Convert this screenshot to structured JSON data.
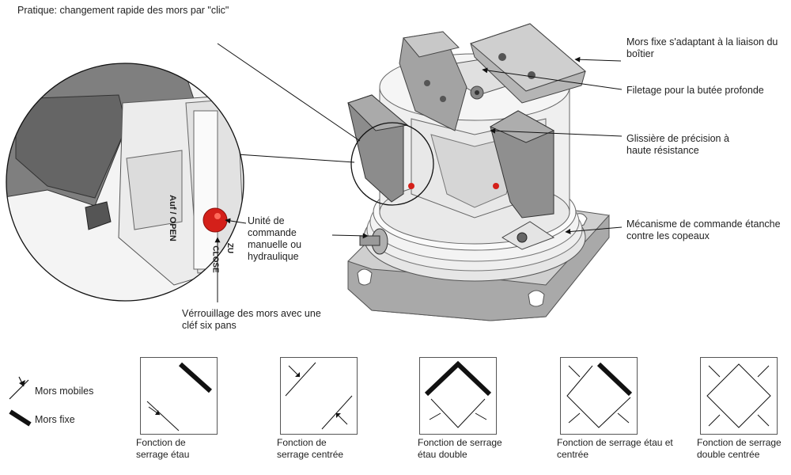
{
  "title": "Pratique: changement rapide des mors par \"clic\"",
  "callouts": {
    "fixed_jaws": "Mors fixe s'adaptant à la liaison du boîtier",
    "thread": "Filetage pour la butée profonde",
    "guide": "Glissière de précision à haute résistance",
    "mechanism": "Mécanisme de commande étanche contre les copeaux",
    "control_unit": "Unité de commande manuelle ou hydraulique",
    "locking": "Vérrouillage des mors avec une cléf six pans"
  },
  "detail_labels": {
    "open": "Auf / OPEN",
    "close": "CLOSE",
    "zu": "ZU"
  },
  "legend": {
    "mobile": "Mors mobiles",
    "fixed": "Mors fixe"
  },
  "functions": [
    "Fonction de serrage étau",
    "Fonction de serrage centrée",
    "Fonction de serrage étau double",
    "Fonction de serrage étau et centrée",
    "Fonction de serrage double centrée"
  ],
  "colors": {
    "metal_light": "#e4e4e4",
    "metal_mid": "#bdbdbd",
    "metal_dark": "#7a7a7a",
    "accent_red": "#d4201a",
    "line": "#222222"
  }
}
